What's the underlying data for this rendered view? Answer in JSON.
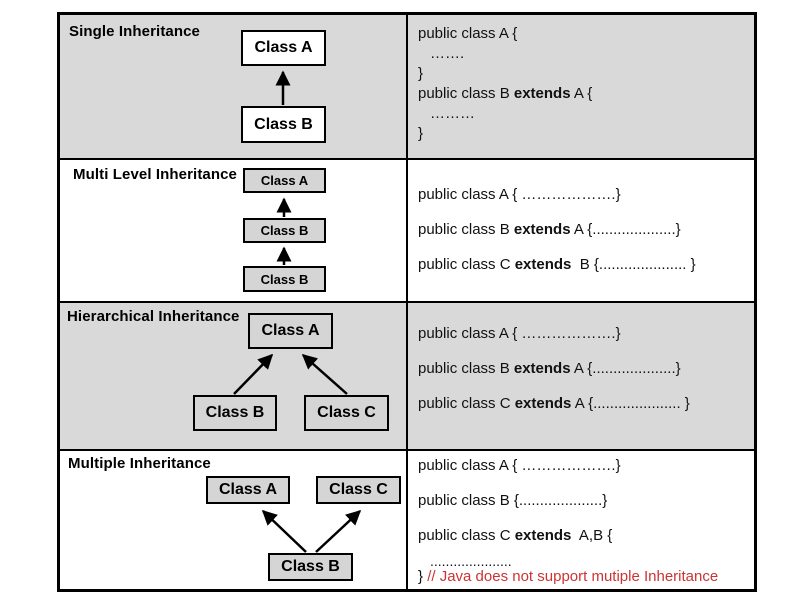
{
  "colors": {
    "row_gray": "#d9d9d9",
    "box_gray": "#d5d5d5",
    "box_white": "#ffffff",
    "border_black": "#000000",
    "code_text": "#111111",
    "comment_red": "#cc3333"
  },
  "table": {
    "rows": [
      {
        "title": "Single Inheritance",
        "diagram": {
          "boxes": [
            {
              "label": "Class A"
            },
            {
              "label": "Class B"
            }
          ]
        },
        "code_lines": [
          {
            "segments": [
              {
                "t": "public class A {"
              }
            ]
          },
          {
            "segments": [
              {
                "t": "……."
              }
            ]
          },
          {
            "segments": [
              {
                "t": "}"
              }
            ]
          },
          {
            "segments": [
              {
                "t": "public class B "
              },
              {
                "t": "extends",
                "b": true
              },
              {
                "t": " A {"
              }
            ]
          },
          {
            "segments": [
              {
                "t": "………"
              }
            ]
          },
          {
            "segments": [
              {
                "t": "}"
              }
            ]
          }
        ]
      },
      {
        "title": "Multi Level Inheritance",
        "diagram": {
          "boxes": [
            {
              "label": "Class A"
            },
            {
              "label": "Class B"
            },
            {
              "label": "Class B"
            }
          ]
        },
        "code_lines": [
          {
            "segments": [
              {
                "t": "public class A { ……………….}"
              }
            ]
          },
          {
            "segments": [
              {
                "t": "public class B "
              },
              {
                "t": "extends",
                "b": true
              },
              {
                "t": " A {....................}"
              }
            ]
          },
          {
            "segments": [
              {
                "t": "public class C "
              },
              {
                "t": "extends",
                "b": true
              },
              {
                "t": "  B {..................... }"
              }
            ]
          }
        ]
      },
      {
        "title": "Hierarchical Inheritance",
        "diagram": {
          "boxes": [
            {
              "label": "Class A"
            },
            {
              "label": "Class B"
            },
            {
              "label": "Class C"
            }
          ]
        },
        "code_lines": [
          {
            "segments": [
              {
                "t": "public class A { ……………….}"
              }
            ]
          },
          {
            "segments": [
              {
                "t": "public class B "
              },
              {
                "t": "extends",
                "b": true
              },
              {
                "t": " A {....................}"
              }
            ]
          },
          {
            "segments": [
              {
                "t": "public class C "
              },
              {
                "t": "extends",
                "b": true
              },
              {
                "t": " A {..................... }"
              }
            ]
          }
        ]
      },
      {
        "title": "Multiple Inheritance",
        "diagram": {
          "boxes": [
            {
              "label": "Class A"
            },
            {
              "label": "Class C"
            },
            {
              "label": "Class B"
            }
          ]
        },
        "code_lines": [
          {
            "segments": [
              {
                "t": "public class A { ……………….}"
              }
            ]
          },
          {
            "segments": [
              {
                "t": "public class B {....................}"
              }
            ]
          },
          {
            "segments": [
              {
                "t": "public class C "
              },
              {
                "t": "extends",
                "b": true
              },
              {
                "t": "  A,B {"
              }
            ]
          },
          {
            "segments": [
              {
                "t": "....................."
              }
            ]
          },
          {
            "segments": [
              {
                "t": "} "
              },
              {
                "t": "// Java does not support mutiple Inheritance",
                "red": true
              }
            ]
          }
        ]
      }
    ]
  }
}
